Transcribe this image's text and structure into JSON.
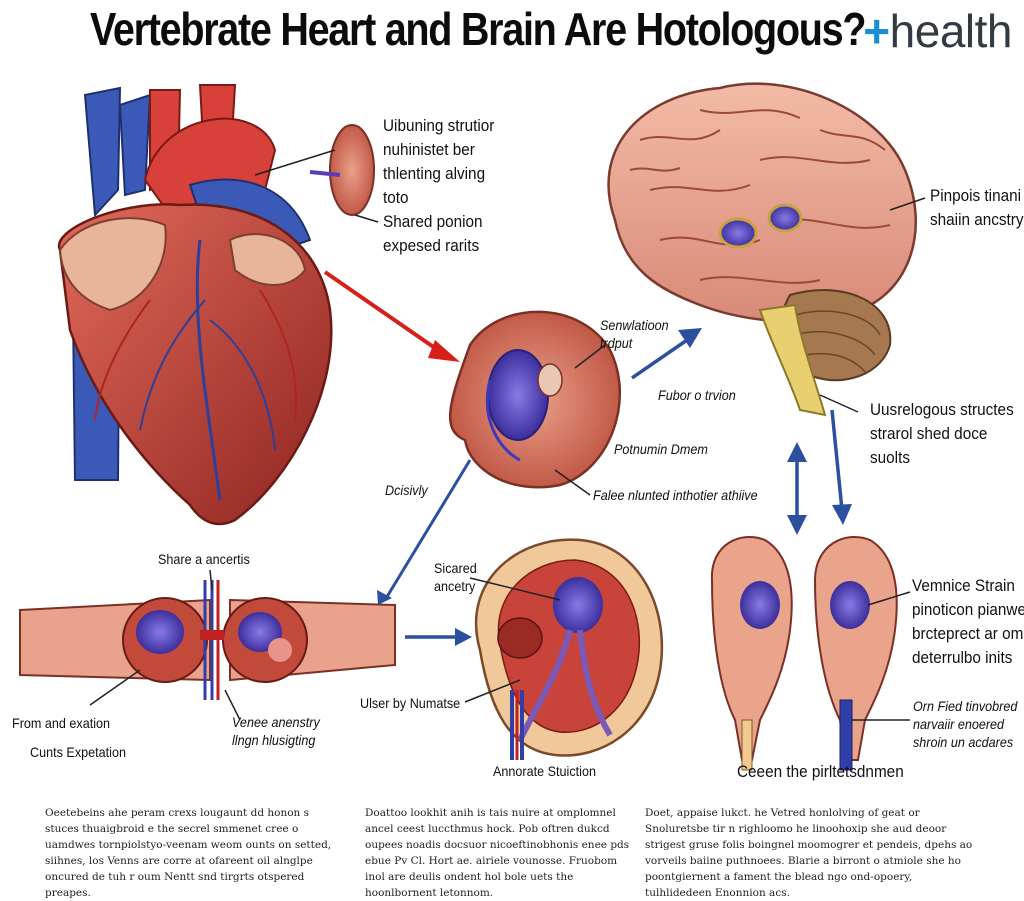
{
  "title": "Vertebrate Heart and Brain Are Hotologous?",
  "brand": {
    "prefix": "+",
    "text": "health"
  },
  "labels": {
    "heart_callout": [
      "Uibuning strutior",
      "nuhinistet ber",
      "thlenting alving",
      "toto",
      "Shared ponion",
      "expesed rarits"
    ],
    "brain_callout": [
      "Pinpois tinani",
      "shaiin ancstry"
    ],
    "sensation": [
      "Senwlatioon",
      "trdput"
    ],
    "fubor": "Fubor o trvion",
    "pretumin": "Potnumin Dmem",
    "falee": "Falee nlunted inthotier athiive",
    "decisivly": "Dcisivly",
    "usrelogous": [
      "Uusrelogous structes",
      "strarol shed doce",
      "suolts"
    ],
    "share_ancestry": "Share a ancertis",
    "scared_ancetry": [
      "Sicared",
      "ancetry"
    ],
    "from_and": "From and exation",
    "cunts": "Cunts Expetation",
    "venee": [
      "Venee anenstry",
      "llngn hlusigting"
    ],
    "ulser": "Ulser by Numatse",
    "annorate": "Annorate Stuiction",
    "vemnice": [
      "Vemnice Strain",
      "pinoticon pianwe",
      "brcteprect ar om",
      "deterrulbo inits"
    ],
    "orn_fled": [
      "Orn Fied tinvobred",
      "narvaiir enoered",
      "shroin un acdares"
    ],
    "ceeen": "Ceeen the pirltetsdnmen"
  },
  "footnotes": [
    "Oeetebeins ahe peram crexs lougaunt dd honon s stuces thuaigbroid e the secrel smmenet cree o uamdwes tornpiolstyo-veenam weom ounts on setted, siihnes, los Venns are corre at ofareent oil alnglpe oncured de tuh r oum Nentt snd tirgrts otspered preapes.",
    "Doattoo lookhit anih is tais nuire at omplomnel ancel ceest luccthmus hock. Pob oftren dukcd oupees noadis docsuor nicoeftinobhonis enee pds ebue Pv Cl. Hort ae. airiele vounosse. Fruobom inol are deulis ondent hol bole uets the hoonlbornent letonnom.",
    "Doet, appaise lukct. he Vetred honlolving of geat or Snoluretsbe tir n righloomo he linoohoxip she aud deoor strigest gruse folis boingnel moomogrer et pendeis, dpehs ao vorveils baiine puthnoees. Blarie a birront o atmiole she ho poontgiernent a fament the blead ngo ond-opoery, tulhlidedeen Enonnion acs."
  ]
}
